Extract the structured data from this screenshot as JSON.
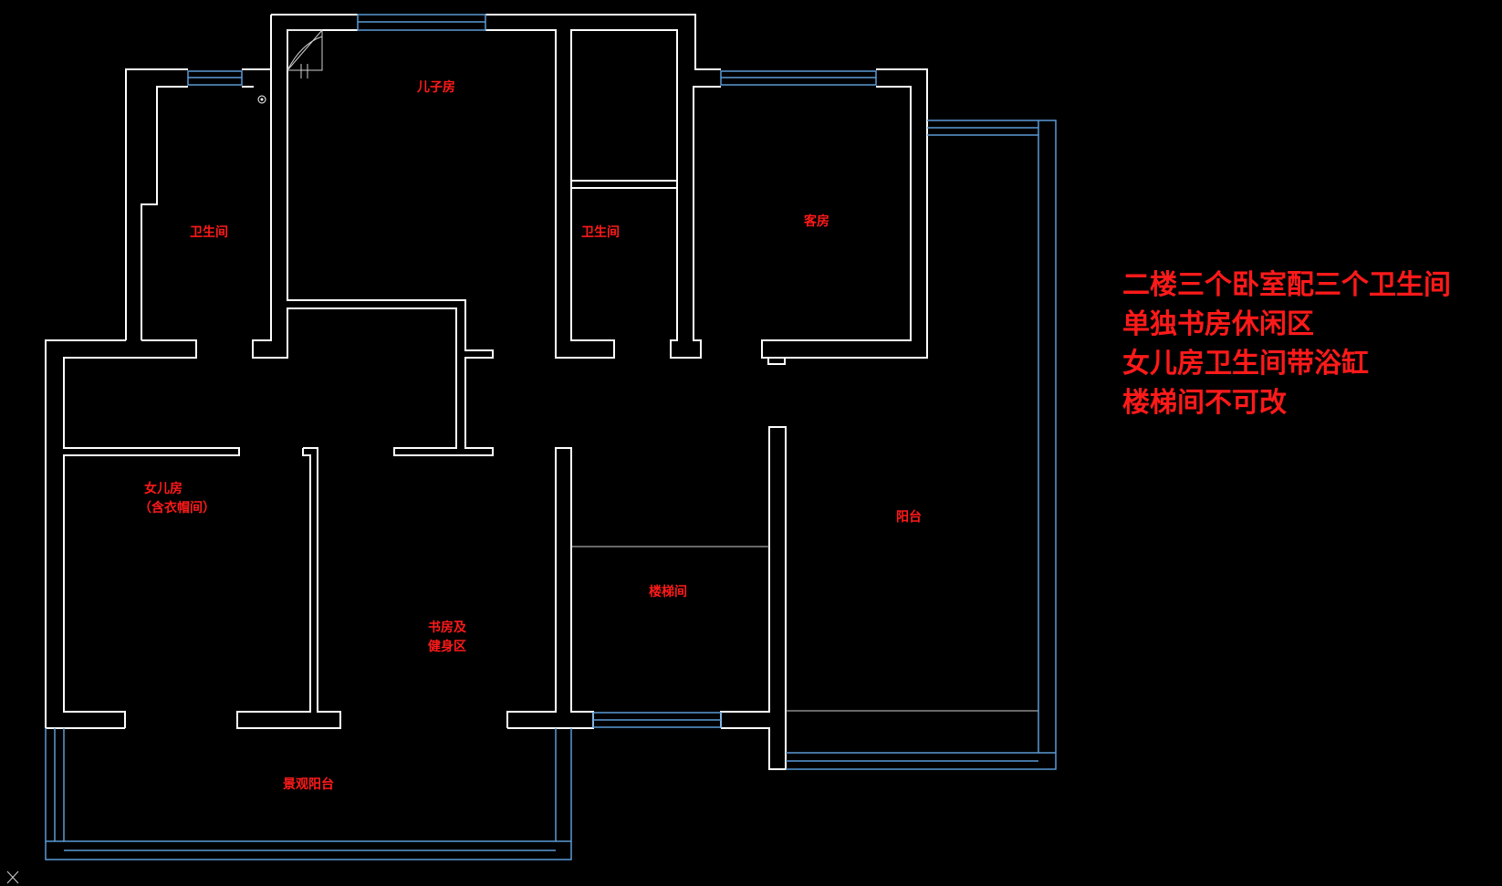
{
  "rooms": {
    "son_room": "儿子房",
    "bathroom_left": "卫生间",
    "bathroom_center": "卫生间",
    "guest_room": "客房",
    "daughter_room": "女儿房",
    "daughter_room_sub": "（含衣帽间）",
    "study_line1": "书房及",
    "study_line2": "健身区",
    "stairwell": "楼梯间",
    "balcony_right": "阳台",
    "view_balcony": "景观阳台"
  },
  "notes": [
    "二楼三个卧室配三个卫生间",
    "单独书房休闲区",
    "女儿房卫生间带浴缸",
    "楼梯间不可改"
  ],
  "colors": {
    "background": "#000000",
    "wall": "#ffffff",
    "window": "#5b9bd5",
    "label": "#ff1a1a"
  }
}
